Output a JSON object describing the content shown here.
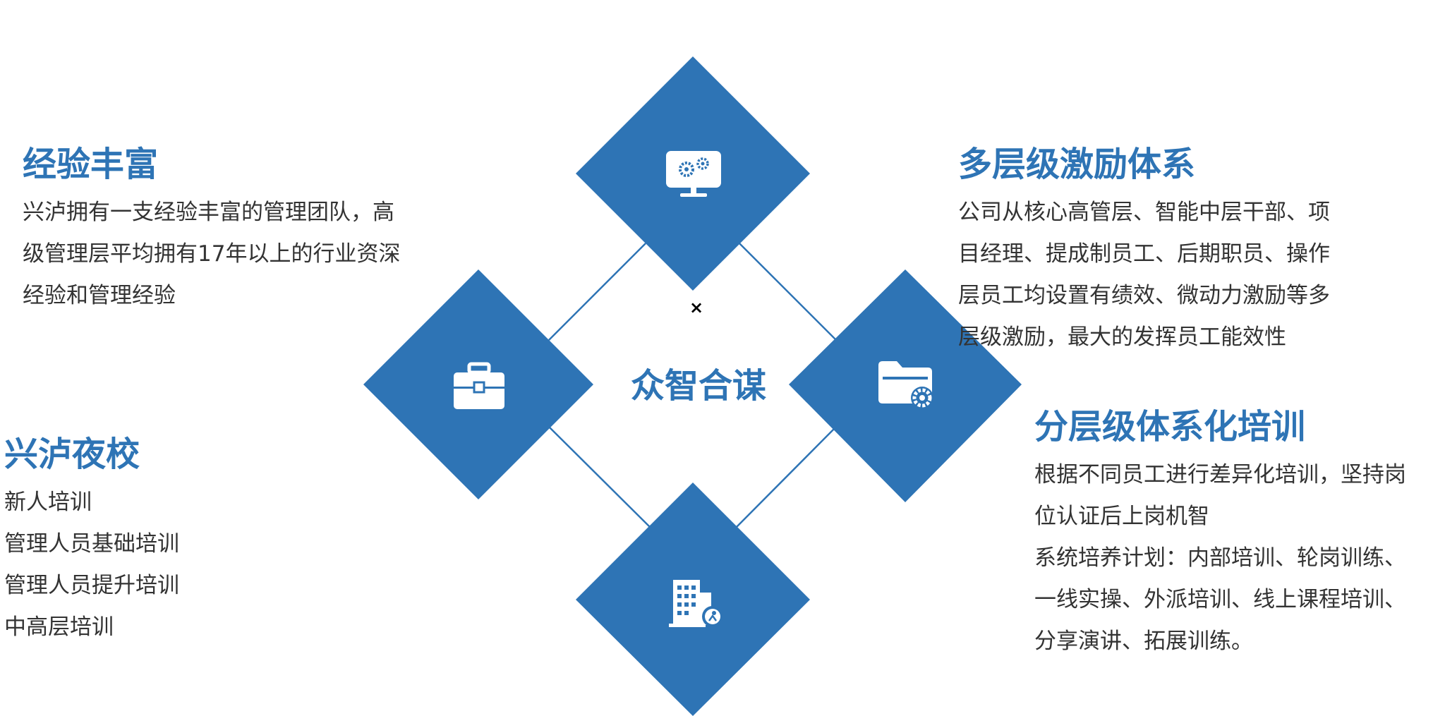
{
  "center": {
    "label": "众智合谋"
  },
  "colors": {
    "accent": "#2e74b5",
    "text": "#333333",
    "background": "#ffffff"
  },
  "icons": {
    "top": "monitor-gears-icon",
    "left": "briefcase-icon",
    "right": "folder-settings-icon",
    "bottom": "building-person-icon"
  },
  "sections": {
    "experience": {
      "title": "经验丰富",
      "lines": [
        "兴泸拥有一支经验丰富的管理团队，高",
        "级管理层平均拥有17年以上的行业资深",
        "经验和管理经验"
      ]
    },
    "night_school": {
      "title": "兴泸夜校",
      "lines": [
        "新人培训",
        "管理人员基础培训",
        "管理人员提升培训",
        "中高层培训"
      ]
    },
    "incentive": {
      "title": "多层级激励体系",
      "lines": [
        "公司从核心高管层、智能中层干部、项",
        "目经理、提成制员工、后期职员、操作",
        "层员工均设置有绩效、微动力激励等多",
        "层级激励，最大的发挥员工能效性"
      ]
    },
    "training": {
      "title": "分层级体系化培训",
      "lines": [
        "根据不同员工进行差异化培训，坚持岗",
        "位认证后上岗机智",
        "系统培养计划：内部培训、轮岗训练、",
        "一线实操、外派培训、线上课程培训、",
        "分享演讲、拓展训练。"
      ]
    }
  }
}
